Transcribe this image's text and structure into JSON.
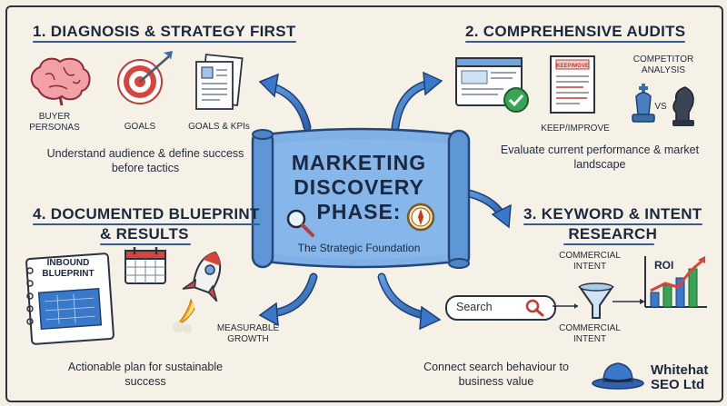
{
  "center": {
    "title_line1": "MARKETING",
    "title_line2": "DISCOVERY",
    "title_line3": "PHASE:",
    "subtitle": "The Strategic Foundation"
  },
  "section1": {
    "heading": "1. DIAGNOSIS & STRATEGY FIRST",
    "items": [
      "BUYER PERSONAS",
      "GOALS",
      "GOALS & KPIs"
    ],
    "description": "Understand audience & define success before tactics"
  },
  "section2": {
    "heading": "2. COMPREHENSIVE AUDITS",
    "keep_improve_tag": "KEEP/MOVE",
    "items": [
      "KEEP/IMPROVE",
      "COMPETITOR ANALYSIS"
    ],
    "vs_label": "VS",
    "description": "Evaluate current performance & market landscape"
  },
  "section3": {
    "heading_line1": "3. KEYWORD & INTENT",
    "heading_line2": "RESEARCH",
    "search_text": "Search",
    "intent_top": "COMMERCIAL INTENT",
    "intent_bottom": "COMMERCIAL INTENT",
    "roi_label": "ROI",
    "description": "Connect search behaviour to business value"
  },
  "section4": {
    "heading_line1": "4. DOCUMENTED BLUEPRINT",
    "heading_line2": "& RESULTS",
    "blueprint_label": "INBOUND BLUEPRINT",
    "growth_label": "MEASURABLE GROWTH",
    "description": "Actionable plan for sustainable success"
  },
  "brand": {
    "line1": "Whitehat",
    "line2": "SEO Ltd"
  },
  "colors": {
    "accent_blue": "#3a78c9",
    "scroll_blue": "#6fa6e0",
    "heading_navy": "#1a2840",
    "background": "#f6f1e7",
    "alert_red": "#d8433a",
    "success_green": "#3aa456"
  }
}
